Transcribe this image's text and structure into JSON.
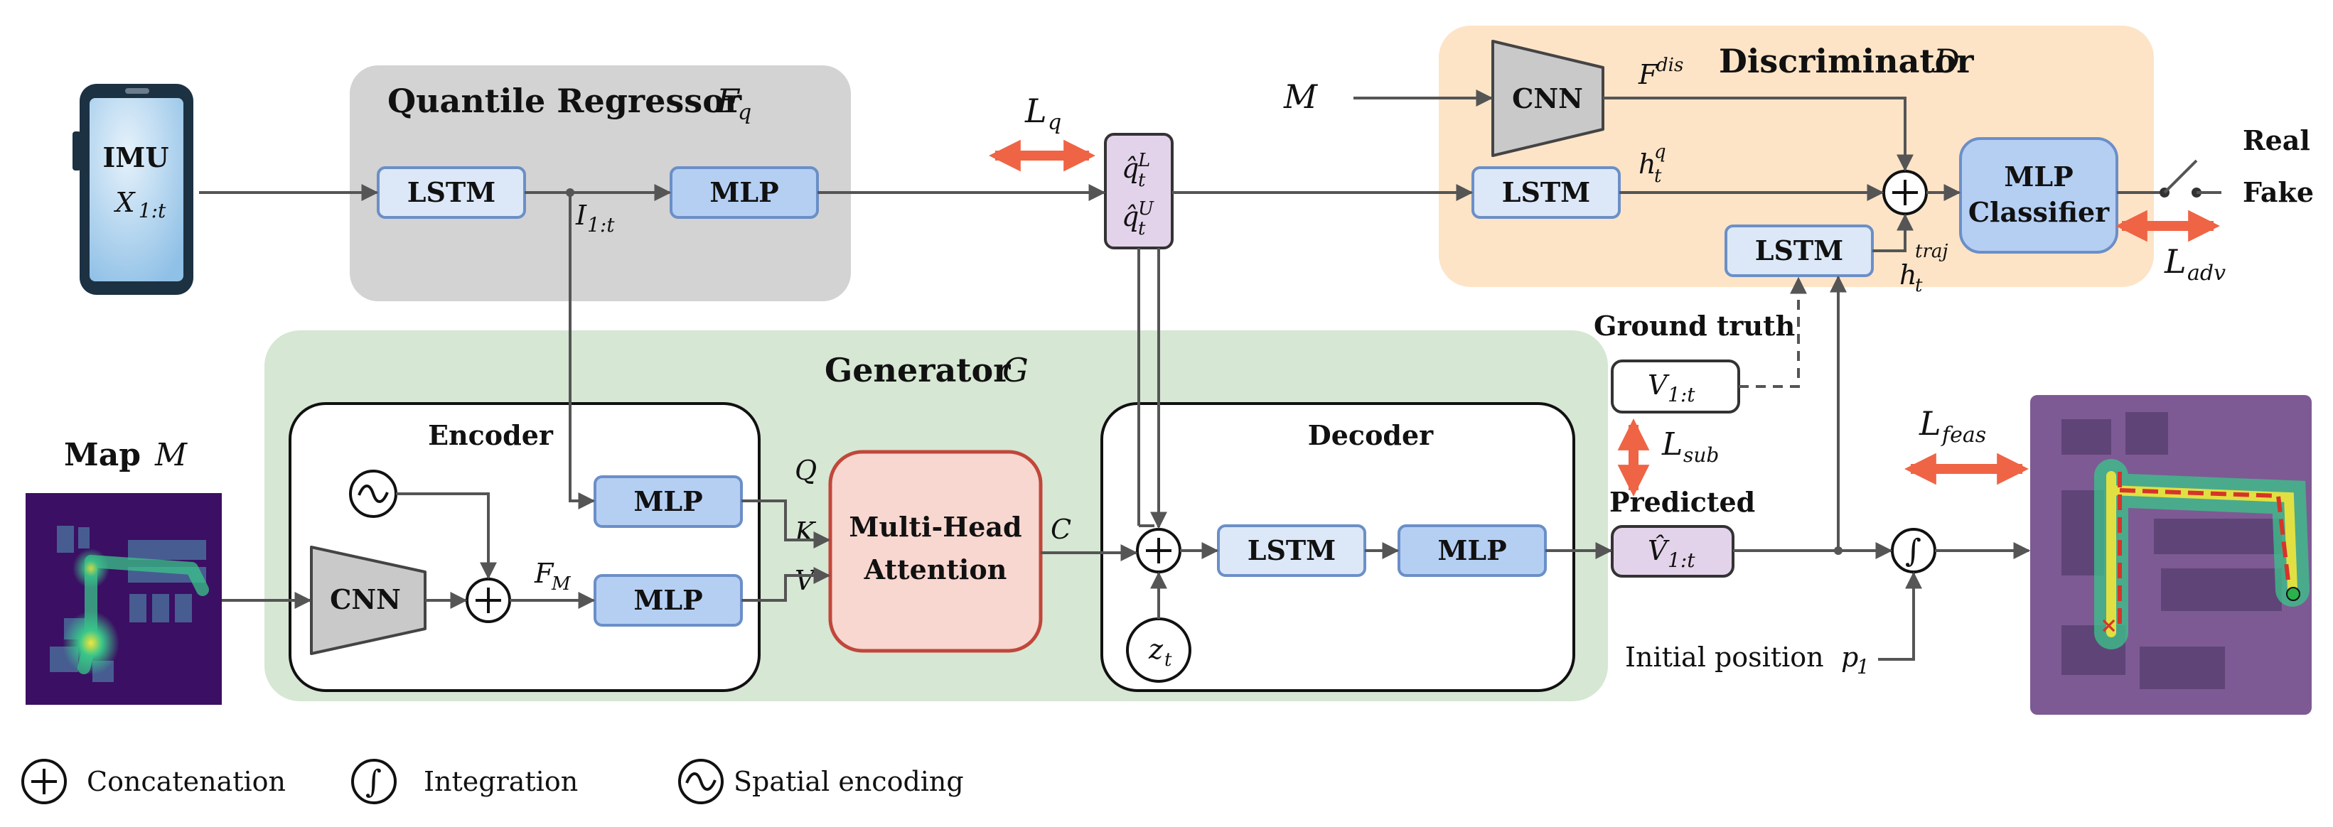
{
  "colors": {
    "regressor_bg": "#d3d3d3",
    "generator_bg": "#d6e7d4",
    "discriminator_bg": "#fde4c7",
    "light_box": "#dce8f7",
    "mid_box": "#b5cff3",
    "box_stroke": "#6b8fc7",
    "purple_box": "#e3d3ea",
    "attention_fill": "#f8d7d0",
    "attention_stroke": "#c0473a",
    "cnn_fill": "#c9c9c9",
    "arrow": "#555555",
    "loss_arrow": "#ef6445",
    "map_bg": "#3b0f63",
    "map_heat": "#39c68a"
  },
  "imu": {
    "title": "IMU",
    "sub": "X",
    "sub_idx": "1:t"
  },
  "regressor": {
    "title": "Quantile Regressor",
    "symbol": "F",
    "symbol_sub": "q",
    "lstm": "LSTM",
    "mlp": "MLP",
    "feature": "I",
    "feature_sub": "1:t"
  },
  "loss_q": {
    "sym": "L",
    "sub": "q"
  },
  "quantile": {
    "low": "q̂",
    "low_sup": "L",
    "low_sub": "t",
    "up": "q̂",
    "up_sup": "U",
    "up_sub": "t"
  },
  "discriminator": {
    "title": "Discriminator",
    "symbol": "D",
    "map_sym": "M",
    "cnn": "CNN",
    "fdis": "F",
    "fdis_sup": "dis",
    "lstm_q": "LSTM",
    "hq": "h",
    "hq_sup": "q",
    "hq_sub": "t",
    "lstm_traj": "LSTM",
    "htraj": "h",
    "htraj_sup": "traj",
    "htraj_sub": "t",
    "mlp_line1": "MLP",
    "mlp_line2": "Classifier",
    "real": "Real",
    "fake": "Fake"
  },
  "loss_adv": {
    "sym": "L",
    "sub": "adv"
  },
  "generator": {
    "title": "Generator",
    "symbol": "G"
  },
  "encoder": {
    "title": "Encoder",
    "cnn": "CNN",
    "fm": "F",
    "fm_sub": "M",
    "mlp_top": "MLP",
    "mlp_bottom": "MLP",
    "q": "Q",
    "k": "K",
    "v": "V"
  },
  "attention": {
    "line1": "Multi-Head",
    "line2": "Attention",
    "out": "C"
  },
  "decoder": {
    "title": "Decoder",
    "lstm": "LSTM",
    "mlp": "MLP",
    "z": "z",
    "z_sub": "t"
  },
  "map": {
    "title": "Map",
    "symbol": "M"
  },
  "ground_truth": {
    "label": "Ground truth",
    "var": "V",
    "var_sub": "1:t"
  },
  "loss_sub": {
    "sym": "L",
    "sub": "sub"
  },
  "predicted": {
    "label": "Predicted",
    "var": "V̂",
    "var_sub": "1:t"
  },
  "initial": {
    "label": "Initial position",
    "var": "p",
    "var_sub": "1"
  },
  "loss_feas": {
    "sym": "L",
    "sub": "feas"
  },
  "legend": [
    {
      "icon": "concat-icon",
      "label": "Concatenation"
    },
    {
      "icon": "integral-icon",
      "label": "Integration"
    },
    {
      "icon": "wave-icon",
      "label": "Spatial encoding"
    }
  ]
}
